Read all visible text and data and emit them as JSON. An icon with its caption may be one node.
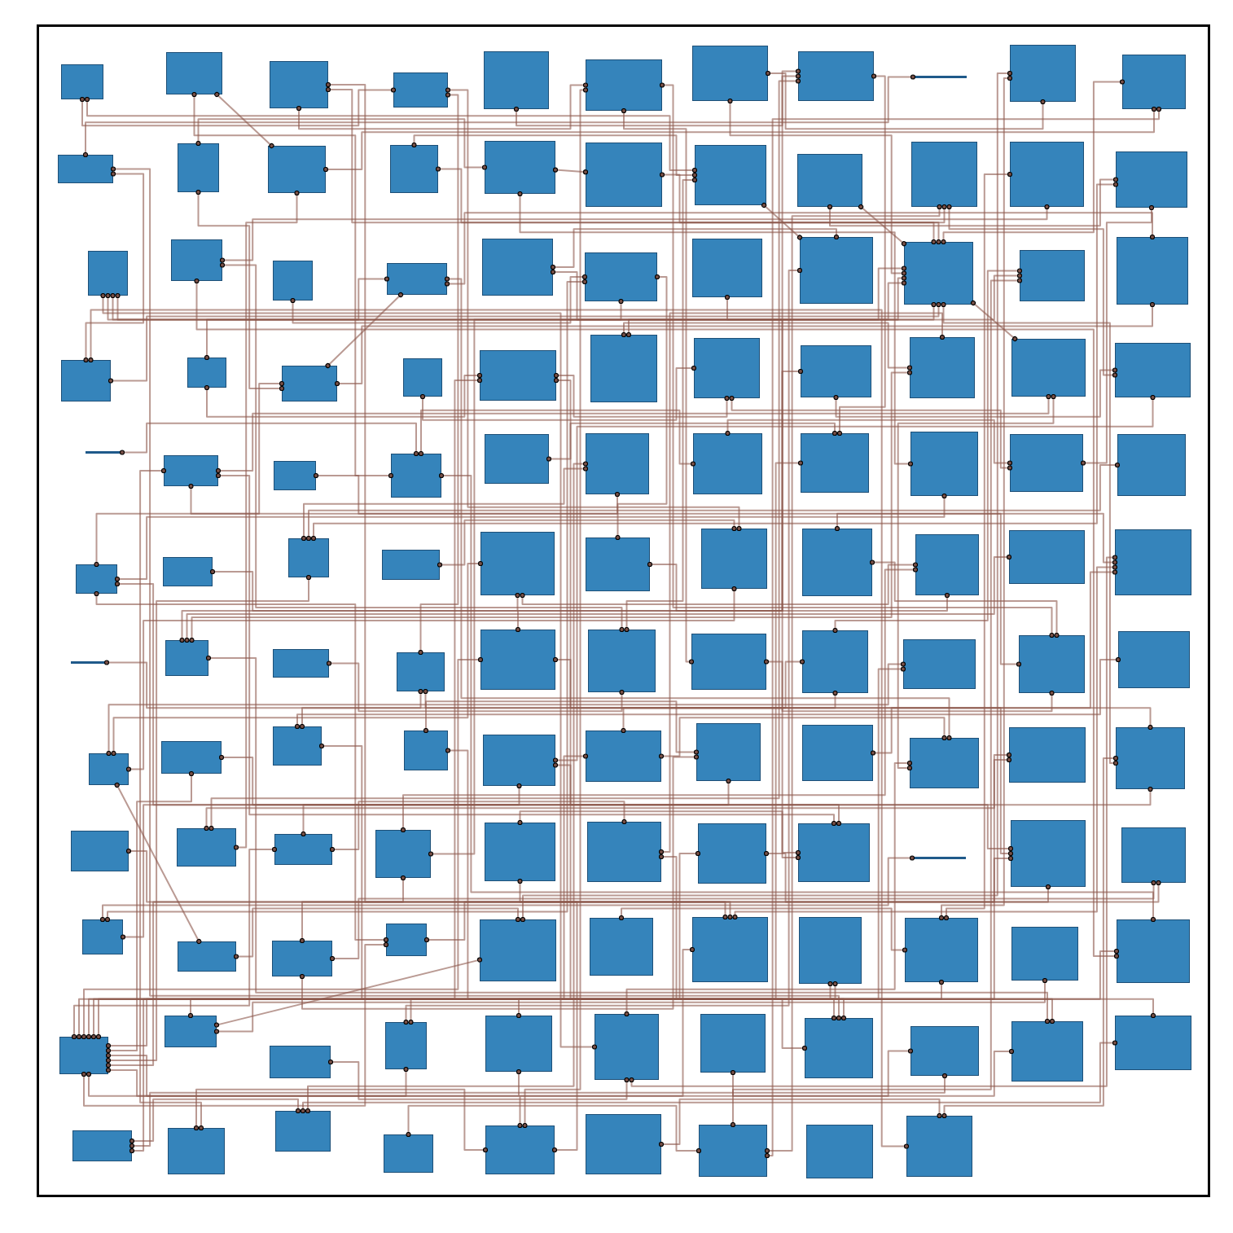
{
  "diagram": {
    "nodes": [
      {
        "text": [],
        "shape": "box"
      },
      {
        "text": [],
        "shape": "box"
      },
      {
        "text": [],
        "shape": "box"
      },
      {
        "text": [],
        "shape": "box"
      },
      {
        "text": [],
        "shape": "box"
      },
      {
        "text": [],
        "shape": "box"
      },
      {
        "text": [],
        "shape": "box"
      },
      {
        "text": [],
        "shape": "box"
      },
      {
        "text": [],
        "shape": "bar"
      },
      {
        "text": [],
        "shape": "box"
      },
      {
        "text": [],
        "shape": "box"
      },
      {
        "text": [],
        "shape": "box"
      },
      {
        "text": [],
        "shape": "box"
      },
      {
        "text": [],
        "shape": "box"
      },
      {
        "text": [],
        "shape": "box"
      },
      {
        "text": [],
        "shape": "box"
      },
      {
        "text": [],
        "shape": "box"
      },
      {
        "text": [],
        "shape": "box"
      },
      {
        "text": [],
        "shape": "box"
      },
      {
        "text": [],
        "shape": "box"
      },
      {
        "text": [],
        "shape": "box"
      },
      {
        "text": [],
        "shape": "box"
      },
      {
        "text": [],
        "shape": "box"
      },
      {
        "text": [],
        "shape": "box"
      },
      {
        "text": [],
        "shape": "box"
      },
      {
        "text": [],
        "shape": "box"
      },
      {
        "text": [],
        "shape": "box"
      },
      {
        "text": [],
        "shape": "box"
      },
      {
        "text": [],
        "shape": "box"
      },
      {
        "text": [],
        "shape": "box"
      },
      {
        "text": [],
        "shape": "box"
      },
      {
        "text": [],
        "shape": "box"
      },
      {
        "text": [],
        "shape": "box"
      },
      {
        "text": [],
        "shape": "box"
      },
      {
        "text": [],
        "shape": "box"
      },
      {
        "text": [],
        "shape": "box"
      },
      {
        "text": [],
        "shape": "box"
      },
      {
        "text": [],
        "shape": "box"
      },
      {
        "text": [],
        "shape": "box"
      },
      {
        "text": [],
        "shape": "box"
      },
      {
        "text": [],
        "shape": "box"
      },
      {
        "text": [],
        "shape": "box"
      },
      {
        "text": [],
        "shape": "box"
      },
      {
        "text": [],
        "shape": "box"
      },
      {
        "text": [],
        "shape": "bar"
      },
      {
        "text": [],
        "shape": "box"
      },
      {
        "text": [],
        "shape": "box"
      },
      {
        "text": [],
        "shape": "box"
      },
      {
        "text": [],
        "shape": "box"
      },
      {
        "text": [],
        "shape": "box"
      },
      {
        "text": [],
        "shape": "box"
      },
      {
        "text": [],
        "shape": "box"
      },
      {
        "text": [],
        "shape": "box"
      },
      {
        "text": [],
        "shape": "box"
      },
      {
        "text": [],
        "shape": "box"
      },
      {
        "text": [],
        "shape": "box"
      },
      {
        "text": [],
        "shape": "box"
      },
      {
        "text": [],
        "shape": "box"
      },
      {
        "text": [],
        "shape": "box"
      },
      {
        "text": [],
        "shape": "box"
      },
      {
        "text": [],
        "shape": "box"
      },
      {
        "text": [],
        "shape": "box"
      },
      {
        "text": [],
        "shape": "box"
      },
      {
        "text": [],
        "shape": "box"
      },
      {
        "text": [],
        "shape": "box"
      },
      {
        "text": [],
        "shape": "box"
      },
      {
        "text": [],
        "shape": "bar"
      },
      {
        "text": [],
        "shape": "box"
      },
      {
        "text": [],
        "shape": "box"
      },
      {
        "text": [],
        "shape": "box"
      },
      {
        "text": [],
        "shape": "box"
      },
      {
        "text": [],
        "shape": "box"
      },
      {
        "text": [],
        "shape": "box"
      },
      {
        "text": [],
        "shape": "box"
      },
      {
        "text": [],
        "shape": "box"
      },
      {
        "text": [],
        "shape": "box"
      },
      {
        "text": [],
        "shape": "box"
      },
      {
        "text": [],
        "shape": "box"
      },
      {
        "text": [],
        "shape": "box"
      },
      {
        "text": [],
        "shape": "box"
      },
      {
        "text": [],
        "shape": "box"
      },
      {
        "text": [],
        "shape": "box"
      },
      {
        "text": [],
        "shape": "box"
      },
      {
        "text": [],
        "shape": "box"
      },
      {
        "text": [],
        "shape": "box"
      },
      {
        "text": [],
        "shape": "box"
      },
      {
        "text": [],
        "shape": "box"
      },
      {
        "text": [],
        "shape": "box"
      },
      {
        "text": [],
        "shape": "box"
      },
      {
        "text": [],
        "shape": "box"
      },
      {
        "text": [],
        "shape": "box"
      },
      {
        "text": [],
        "shape": "box"
      },
      {
        "text": [],
        "shape": "box"
      },
      {
        "text": [],
        "shape": "box"
      },
      {
        "text": [],
        "shape": "box"
      },
      {
        "text": [],
        "shape": "box"
      },
      {
        "text": [],
        "shape": "bar"
      },
      {
        "text": [],
        "shape": "box"
      },
      {
        "text": [],
        "shape": "box"
      },
      {
        "text": [],
        "shape": "box"
      },
      {
        "text": [],
        "shape": "box"
      },
      {
        "text": [],
        "shape": "box"
      },
      {
        "text": [],
        "shape": "box"
      },
      {
        "text": [],
        "shape": "box"
      },
      {
        "text": [],
        "shape": "box"
      },
      {
        "text": [],
        "shape": "box"
      },
      {
        "text": [],
        "shape": "box"
      },
      {
        "text": [],
        "shape": "box"
      },
      {
        "text": [],
        "shape": "box"
      },
      {
        "text": [],
        "shape": "box"
      },
      {
        "text": [],
        "shape": "box"
      },
      {
        "text": [],
        "shape": "box"
      },
      {
        "text": [],
        "shape": "box"
      },
      {
        "text": [],
        "shape": "box"
      },
      {
        "text": [],
        "shape": "box"
      },
      {
        "text": [],
        "shape": "box"
      },
      {
        "text": [],
        "shape": "box"
      },
      {
        "text": [],
        "shape": "box"
      },
      {
        "text": [],
        "shape": "box"
      },
      {
        "text": [],
        "shape": "box"
      },
      {
        "text": [],
        "shape": "box"
      },
      {
        "text": [],
        "shape": "box"
      },
      {
        "text": [],
        "shape": "box"
      },
      {
        "text": [],
        "shape": "box"
      },
      {
        "text": [],
        "shape": "box"
      },
      {
        "text": [],
        "shape": "box"
      },
      {
        "text": [],
        "shape": "box"
      },
      {
        "text": [],
        "shape": "box"
      },
      {
        "text": [],
        "shape": "box"
      },
      {
        "text": [],
        "shape": "box"
      }
    ],
    "edges": [
      {
        "from": 0,
        "to": 3,
        "arrow": "other"
      },
      {
        "from": 2,
        "to": 5,
        "arrow": "other"
      },
      {
        "from": 4,
        "to": 7,
        "arrow": "other"
      },
      {
        "from": 6,
        "to": 9,
        "arrow": "other"
      },
      {
        "from": 8,
        "to": 11,
        "arrow": "other"
      },
      {
        "from": 10,
        "to": 13,
        "arrow": "other"
      },
      {
        "from": 12,
        "to": 15,
        "arrow": "other"
      },
      {
        "from": 14,
        "to": 17,
        "arrow": "other"
      },
      {
        "from": 16,
        "to": 19,
        "arrow": "other"
      },
      {
        "from": 18,
        "to": 21,
        "arrow": "other"
      },
      {
        "from": 20,
        "to": 23,
        "arrow": "other"
      },
      {
        "from": 22,
        "to": 25,
        "arrow": "other"
      },
      {
        "from": 24,
        "to": 27,
        "arrow": "other"
      },
      {
        "from": 26,
        "to": 29,
        "arrow": "other"
      },
      {
        "from": 28,
        "to": 31,
        "arrow": "other"
      },
      {
        "from": 30,
        "to": 33,
        "arrow": "other"
      },
      {
        "from": 32,
        "to": 35,
        "arrow": "other"
      },
      {
        "from": 34,
        "to": 37,
        "arrow": "other"
      },
      {
        "from": 36,
        "to": 39,
        "arrow": "other"
      },
      {
        "from": 38,
        "to": 41,
        "arrow": "other"
      },
      {
        "from": 40,
        "to": 43,
        "arrow": "other"
      },
      {
        "from": 42,
        "to": 45,
        "arrow": "other"
      },
      {
        "from": 44,
        "to": 47,
        "arrow": "other"
      },
      {
        "from": 46,
        "to": 49,
        "arrow": "other"
      },
      {
        "from": 48,
        "to": 51,
        "arrow": "other"
      },
      {
        "from": 50,
        "to": 53,
        "arrow": "other"
      },
      {
        "from": 52,
        "to": 55,
        "arrow": "other"
      },
      {
        "from": 54,
        "to": 57,
        "arrow": "other"
      },
      {
        "from": 56,
        "to": 59,
        "arrow": "other"
      },
      {
        "from": 58,
        "to": 61,
        "arrow": "other"
      },
      {
        "from": 60,
        "to": 63,
        "arrow": "other"
      },
      {
        "from": 62,
        "to": 65,
        "arrow": "other"
      },
      {
        "from": 64,
        "to": 67,
        "arrow": "other"
      },
      {
        "from": 66,
        "to": 69,
        "arrow": "other"
      },
      {
        "from": 68,
        "to": 71,
        "arrow": "other"
      },
      {
        "from": 70,
        "to": 73,
        "arrow": "other"
      },
      {
        "from": 72,
        "to": 75,
        "arrow": "other"
      },
      {
        "from": 74,
        "to": 77,
        "arrow": "other"
      },
      {
        "from": 76,
        "to": 79,
        "arrow": "other"
      },
      {
        "from": 78,
        "to": 81,
        "arrow": "other"
      },
      {
        "from": 80,
        "to": 83,
        "arrow": "other"
      },
      {
        "from": 82,
        "to": 85,
        "arrow": "other"
      },
      {
        "from": 84,
        "to": 87,
        "arrow": "other"
      },
      {
        "from": 86,
        "to": 89,
        "arrow": "other"
      },
      {
        "from": 88,
        "to": 91,
        "arrow": "other"
      },
      {
        "from": 90,
        "to": 93,
        "arrow": "other"
      },
      {
        "from": 92,
        "to": 95,
        "arrow": "other"
      },
      {
        "from": 94,
        "to": 97,
        "arrow": "other"
      },
      {
        "from": 96,
        "to": 99,
        "arrow": "other"
      },
      {
        "from": 98,
        "to": 101,
        "arrow": "other"
      },
      {
        "from": 100,
        "to": 103,
        "arrow": "other"
      },
      {
        "from": 102,
        "to": 105,
        "arrow": "other"
      },
      {
        "from": 104,
        "to": 107,
        "arrow": "other"
      },
      {
        "from": 106,
        "to": 109,
        "arrow": "other"
      },
      {
        "from": 108,
        "to": 111,
        "arrow": "other"
      },
      {
        "from": 110,
        "to": 113,
        "arrow": "other"
      },
      {
        "from": 112,
        "to": 115,
        "arrow": "other"
      },
      {
        "from": 114,
        "to": 117,
        "arrow": "other"
      },
      {
        "from": 116,
        "to": 119,
        "arrow": "other"
      },
      {
        "from": 118,
        "to": 121,
        "arrow": "other"
      },
      {
        "from": 120,
        "to": 123,
        "arrow": "other"
      },
      {
        "from": 122,
        "to": 125,
        "arrow": "other"
      },
      {
        "from": 124,
        "to": 127,
        "arrow": "other"
      },
      {
        "from": 126,
        "to": 129,
        "arrow": "other"
      },
      {
        "from": 1,
        "to": 47,
        "arrow": "other"
      },
      {
        "from": 3,
        "to": 61,
        "arrow": "other"
      },
      {
        "from": 5,
        "to": 75,
        "arrow": "other"
      },
      {
        "from": 7,
        "to": 89,
        "arrow": "other"
      },
      {
        "from": 9,
        "to": 103,
        "arrow": "other"
      },
      {
        "from": 11,
        "to": 117,
        "arrow": "other"
      },
      {
        "from": 13,
        "to": 1,
        "arrow": "other"
      },
      {
        "from": 15,
        "to": 16,
        "arrow": "other"
      },
      {
        "from": 17,
        "to": 29,
        "arrow": "other"
      },
      {
        "from": 19,
        "to": 43,
        "arrow": "other"
      },
      {
        "from": 21,
        "to": 57,
        "arrow": "other"
      },
      {
        "from": 23,
        "to": 71,
        "arrow": "other"
      },
      {
        "from": 25,
        "to": 85,
        "arrow": "other"
      },
      {
        "from": 27,
        "to": 99,
        "arrow": "other"
      },
      {
        "from": 29,
        "to": 113,
        "arrow": "other"
      },
      {
        "from": 31,
        "to": 127,
        "arrow": "other"
      },
      {
        "from": 33,
        "to": 11,
        "arrow": "other"
      },
      {
        "from": 35,
        "to": 25,
        "arrow": "other"
      },
      {
        "from": 37,
        "to": 39,
        "arrow": "other"
      },
      {
        "from": 39,
        "to": 53,
        "arrow": "other"
      },
      {
        "from": 41,
        "to": 67,
        "arrow": "other"
      },
      {
        "from": 43,
        "to": 81,
        "arrow": "other"
      },
      {
        "from": 45,
        "to": 95,
        "arrow": "other"
      },
      {
        "from": 47,
        "to": 109,
        "arrow": "other"
      },
      {
        "from": 49,
        "to": 123,
        "arrow": "other"
      },
      {
        "from": 51,
        "to": 7,
        "arrow": "other"
      },
      {
        "from": 53,
        "to": 21,
        "arrow": "other"
      },
      {
        "from": 55,
        "to": 35,
        "arrow": "other"
      },
      {
        "from": 57,
        "to": 49,
        "arrow": "other"
      },
      {
        "from": 59,
        "to": 63,
        "arrow": "other"
      },
      {
        "from": 61,
        "to": 77,
        "arrow": "other"
      },
      {
        "from": 63,
        "to": 91,
        "arrow": "other"
      },
      {
        "from": 65,
        "to": 105,
        "arrow": "other"
      },
      {
        "from": 67,
        "to": 119,
        "arrow": "other"
      },
      {
        "from": 69,
        "to": 3,
        "arrow": "other"
      },
      {
        "from": 71,
        "to": 17,
        "arrow": "other"
      },
      {
        "from": 73,
        "to": 31,
        "arrow": "other"
      },
      {
        "from": 75,
        "to": 45,
        "arrow": "other"
      },
      {
        "from": 77,
        "to": 59,
        "arrow": "other"
      },
      {
        "from": 79,
        "to": 73,
        "arrow": "other"
      },
      {
        "from": 81,
        "to": 87,
        "arrow": "other"
      },
      {
        "from": 83,
        "to": 101,
        "arrow": "other"
      },
      {
        "from": 85,
        "to": 115,
        "arrow": "other"
      },
      {
        "from": 87,
        "to": 129,
        "arrow": "other"
      },
      {
        "from": 89,
        "to": 13,
        "arrow": "other"
      },
      {
        "from": 91,
        "to": 27,
        "arrow": "other"
      },
      {
        "from": 93,
        "to": 41,
        "arrow": "other"
      },
      {
        "from": 95,
        "to": 55,
        "arrow": "other"
      },
      {
        "from": 97,
        "to": 69,
        "arrow": "other"
      },
      {
        "from": 99,
        "to": 83,
        "arrow": "other"
      },
      {
        "from": 101,
        "to": 97,
        "arrow": "other"
      },
      {
        "from": 103,
        "to": 111,
        "arrow": "other"
      },
      {
        "from": 105,
        "to": 125,
        "arrow": "other"
      },
      {
        "from": 107,
        "to": 9,
        "arrow": "other"
      },
      {
        "from": 109,
        "to": 23,
        "arrow": "other"
      },
      {
        "from": 111,
        "to": 37,
        "arrow": "other"
      },
      {
        "from": 113,
        "to": 51,
        "arrow": "other"
      },
      {
        "from": 115,
        "to": 65,
        "arrow": "other"
      },
      {
        "from": 117,
        "to": 79,
        "arrow": "other"
      },
      {
        "from": 119,
        "to": 93,
        "arrow": "other"
      },
      {
        "from": 121,
        "to": 107,
        "arrow": "other"
      },
      {
        "from": 123,
        "to": 121,
        "arrow": "other"
      },
      {
        "from": 125,
        "to": 5,
        "arrow": "other"
      },
      {
        "from": 127,
        "to": 19,
        "arrow": "other"
      },
      {
        "from": 129,
        "to": 33,
        "arrow": "other"
      },
      {
        "from": 0,
        "to": 17,
        "arrow": "other"
      },
      {
        "from": 5,
        "to": 72,
        "arrow": "other"
      },
      {
        "from": 10,
        "to": 127,
        "arrow": "other"
      },
      {
        "from": 15,
        "to": 52,
        "arrow": "other"
      },
      {
        "from": 20,
        "to": 107,
        "arrow": "other"
      },
      {
        "from": 25,
        "to": 32,
        "arrow": "other"
      },
      {
        "from": 30,
        "to": 87,
        "arrow": "other"
      },
      {
        "from": 35,
        "to": 12,
        "arrow": "other"
      },
      {
        "from": 40,
        "to": 67,
        "arrow": "other"
      },
      {
        "from": 45,
        "to": 122,
        "arrow": "other"
      },
      {
        "from": 50,
        "to": 47,
        "arrow": "other"
      },
      {
        "from": 55,
        "to": 102,
        "arrow": "other"
      },
      {
        "from": 60,
        "to": 27,
        "arrow": "other"
      },
      {
        "from": 65,
        "to": 82,
        "arrow": "other"
      },
      {
        "from": 70,
        "to": 7,
        "arrow": "other"
      },
      {
        "from": 75,
        "to": 62,
        "arrow": "other"
      },
      {
        "from": 80,
        "to": 117,
        "arrow": "other"
      },
      {
        "from": 85,
        "to": 42,
        "arrow": "other"
      },
      {
        "from": 90,
        "to": 97,
        "arrow": "other"
      },
      {
        "from": 95,
        "to": 22,
        "arrow": "other"
      },
      {
        "from": 100,
        "to": 77,
        "arrow": "other"
      },
      {
        "from": 105,
        "to": 2,
        "arrow": "other"
      },
      {
        "from": 110,
        "to": 57,
        "arrow": "other"
      },
      {
        "from": 115,
        "to": 22,
        "arrow": "other"
      },
      {
        "from": 120,
        "to": 37,
        "arrow": "other"
      },
      {
        "from": 125,
        "to": 92,
        "arrow": "other"
      },
      {
        "from": 110,
        "to": 70,
        "arrow": "other"
      },
      {
        "from": 110,
        "to": 74,
        "arrow": "other"
      },
      {
        "from": 110,
        "to": 78,
        "arrow": "other"
      },
      {
        "from": 110,
        "to": 82,
        "arrow": "other"
      },
      {
        "from": 110,
        "to": 86,
        "arrow": "other"
      },
      {
        "from": 110,
        "to": 90,
        "arrow": "other"
      },
      {
        "from": 110,
        "to": 94,
        "arrow": "other"
      },
      {
        "from": 110,
        "to": 98,
        "arrow": "other"
      },
      {
        "from": 110,
        "to": 102,
        "arrow": "other"
      },
      {
        "from": 110,
        "to": 106,
        "arrow": "other"
      },
      {
        "from": 110,
        "to": 114,
        "arrow": "other"
      },
      {
        "from": 110,
        "to": 118,
        "arrow": "other"
      },
      {
        "from": 30,
        "to": 2,
        "arrow": "other"
      },
      {
        "from": 30,
        "to": 6,
        "arrow": "other"
      },
      {
        "from": 30,
        "to": 10,
        "arrow": "other"
      },
      {
        "from": 30,
        "to": 14,
        "arrow": "other"
      },
      {
        "from": 30,
        "to": 18,
        "arrow": "other"
      },
      {
        "from": 30,
        "to": 22,
        "arrow": "other"
      },
      {
        "from": 30,
        "to": 26,
        "arrow": "other"
      },
      {
        "from": 30,
        "to": 34,
        "arrow": "other"
      },
      {
        "from": 30,
        "to": 38,
        "arrow": "other"
      },
      {
        "from": 30,
        "to": 42,
        "arrow": "other"
      }
    ]
  }
}
